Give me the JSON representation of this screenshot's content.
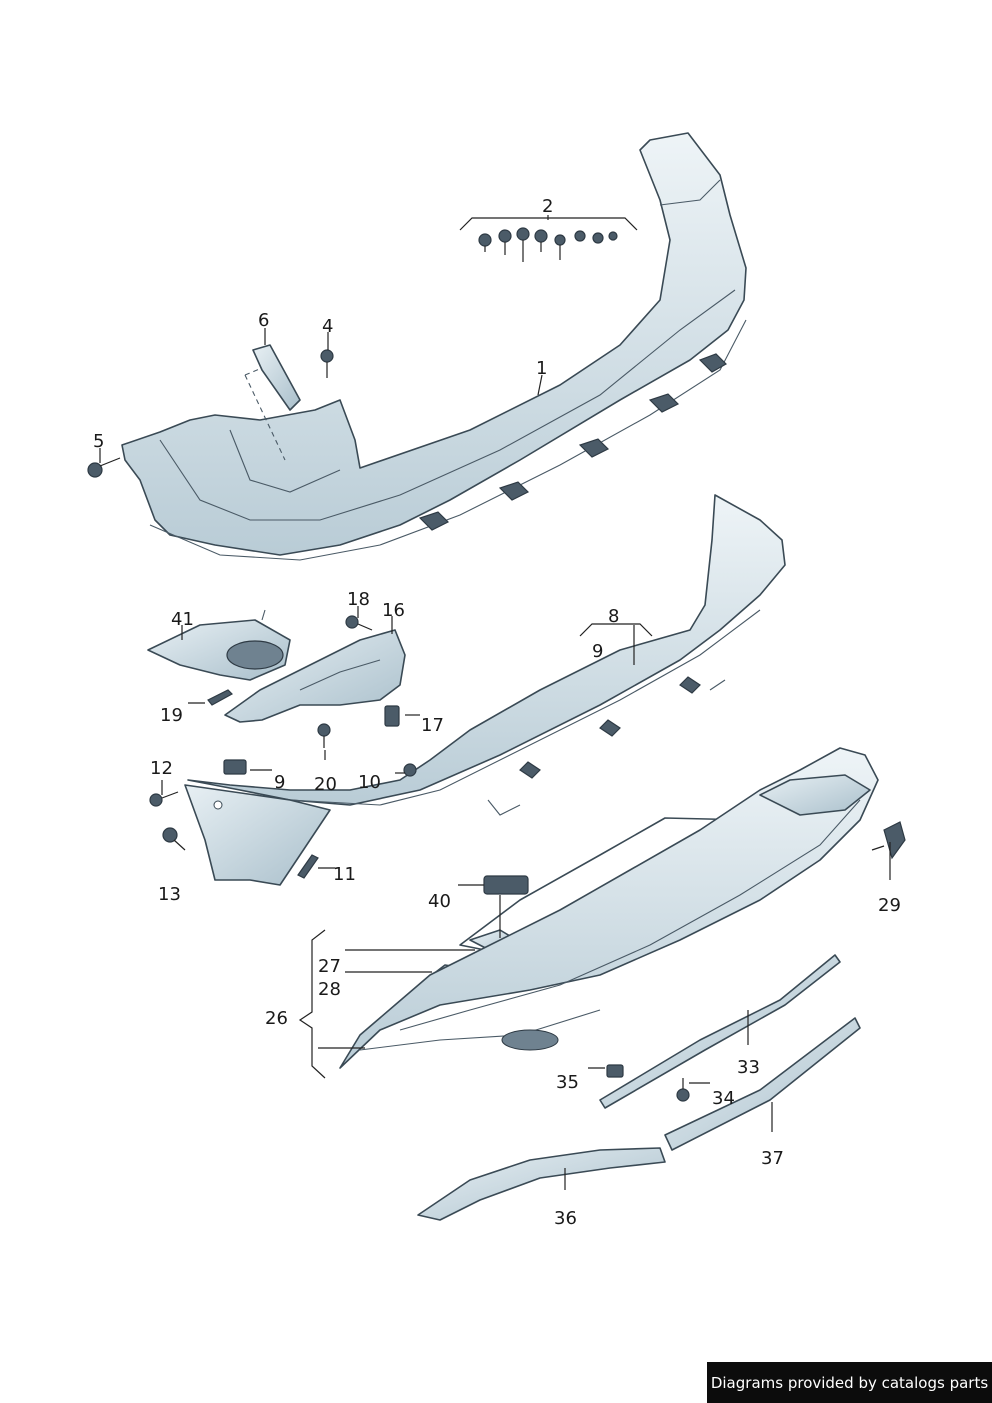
{
  "labels": [
    {
      "id": "2",
      "text": "2"
    },
    {
      "id": "1",
      "text": "1"
    },
    {
      "id": "6",
      "text": "6"
    },
    {
      "id": "4",
      "text": "4"
    },
    {
      "id": "5",
      "text": "5"
    },
    {
      "id": "41",
      "text": "41"
    },
    {
      "id": "18",
      "text": "18"
    },
    {
      "id": "16",
      "text": "16"
    },
    {
      "id": "8",
      "text": "8"
    },
    {
      "id": "9a",
      "text": "9"
    },
    {
      "id": "19",
      "text": "19"
    },
    {
      "id": "17",
      "text": "17"
    },
    {
      "id": "20",
      "text": "20"
    },
    {
      "id": "12",
      "text": "12"
    },
    {
      "id": "9b",
      "text": "9"
    },
    {
      "id": "10",
      "text": "10"
    },
    {
      "id": "13",
      "text": "13"
    },
    {
      "id": "11",
      "text": "11"
    },
    {
      "id": "40",
      "text": "40"
    },
    {
      "id": "29",
      "text": "29"
    },
    {
      "id": "27",
      "text": "27"
    },
    {
      "id": "28",
      "text": "28"
    },
    {
      "id": "26",
      "text": "26"
    },
    {
      "id": "33",
      "text": "33"
    },
    {
      "id": "35",
      "text": "35"
    },
    {
      "id": "34",
      "text": "34"
    },
    {
      "id": "37",
      "text": "37"
    },
    {
      "id": "36",
      "text": "36"
    }
  ],
  "credit": "Diagrams provided by catalogs parts",
  "colors": {
    "part_fill_light": "#e3edf2",
    "part_fill_mid": "#c2d3dc",
    "part_outline": "#3a4a55",
    "background": "#ffffff",
    "credit_bg": "#0c0c0c"
  }
}
